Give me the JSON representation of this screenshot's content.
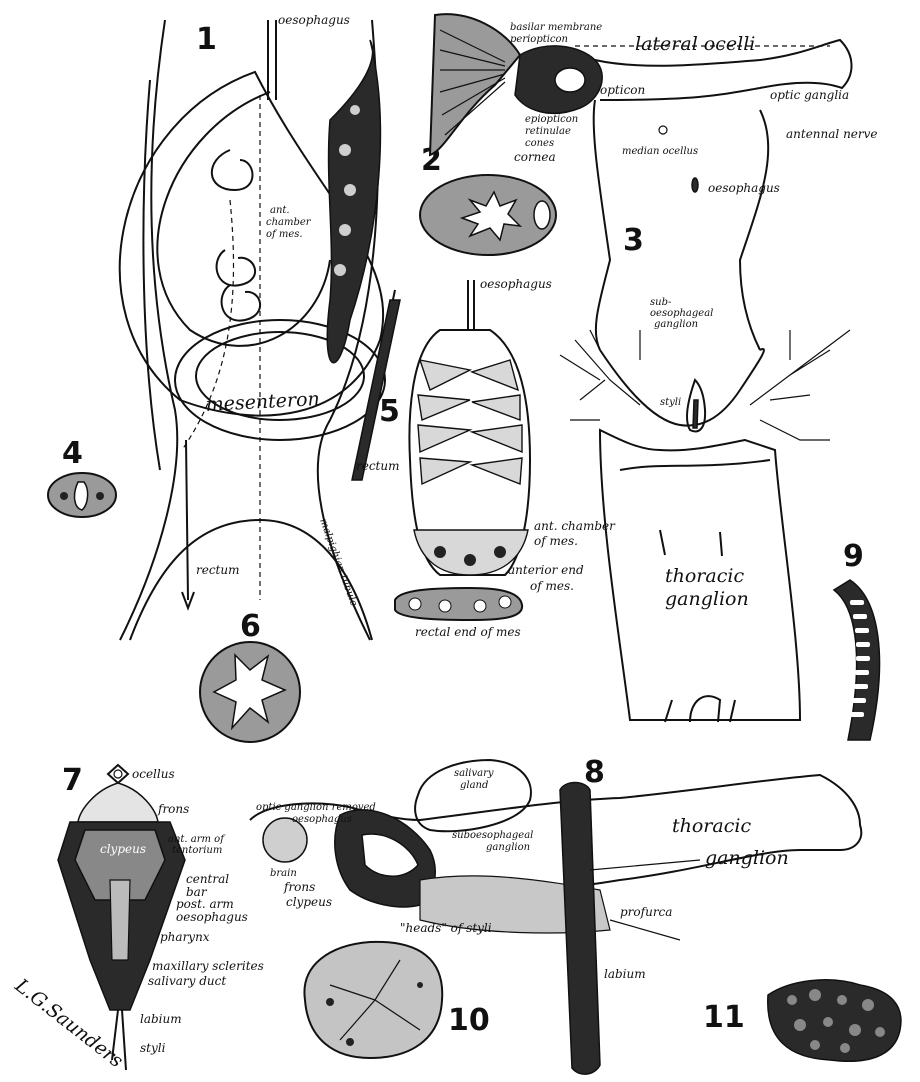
{
  "figures": {
    "fig1": {
      "number": "1",
      "labels": {
        "oesophagus": "oesophagus",
        "ant_chamber": [
          "ant.",
          "chamber",
          "of mes."
        ],
        "mesenteron": "mesenteron",
        "rectum": "rectum",
        "malpighian": "malpighian tubule"
      }
    },
    "fig2": {
      "number": "2"
    },
    "fig3": {
      "number": "3",
      "labels": {
        "basilar_membrane": "basilar membrane",
        "periopticon": "periopticon",
        "lateral_ocelli": "lateral ocelli",
        "opticon": "opticon",
        "optic_ganglia": "optic ganglia",
        "epiopticon": "epiopticon",
        "retinulae": "retinulae",
        "cones": "cones",
        "cornea": "cornea",
        "median_ocellus": "median ocellus",
        "antennal_nerve": "antennal nerve",
        "oesophagus": "oesophagus",
        "sub_oesophageal": [
          "sub-",
          "oesophageal",
          "ganglion"
        ],
        "styli": "styli",
        "thoracic_ganglion": [
          "thoracic",
          "ganglion"
        ]
      }
    },
    "fig4": {
      "number": "4"
    },
    "fig5": {
      "number": "5",
      "labels": {
        "oesophagus": "oesophagus",
        "rectum": "rectum",
        "ant_chamber": [
          "ant. chamber",
          "of mes."
        ],
        "anterior_end": [
          "anterior end",
          "of mes."
        ],
        "rectal_end": "rectal end of mes"
      }
    },
    "fig6": {
      "number": "6"
    },
    "fig7": {
      "number": "7",
      "labels": {
        "ocellus": "ocellus",
        "frons": "frons",
        "ant_arm": [
          "ant. arm of",
          "tentorium"
        ],
        "clypeus": "clypeus",
        "central_bar": [
          "central",
          "bar"
        ],
        "post_arm": "post. arm",
        "oesophagus": "oesophagus",
        "pharynx": "pharynx",
        "maxillary_sclerites": "maxillary sclerites",
        "salivary_duct": "salivary duct",
        "labium": "labium",
        "styli": "styli"
      }
    },
    "fig8": {
      "number": "8",
      "labels": {
        "optic_ganglion_removed": "optic ganglion removed",
        "oesophagus": "oesophagus",
        "salivary_gland": [
          "salivary",
          "gland"
        ],
        "suboesophageal": [
          "suboesophageal",
          "ganglion"
        ],
        "brain": "brain",
        "frons": "frons",
        "clypeus": "clypeus",
        "heads_of_styli": "\"heads\" of styli",
        "thoracic_ganglion": [
          "thoracic",
          "ganglion"
        ],
        "profurca": "profurca",
        "labium": "labium"
      }
    },
    "fig9": {
      "number": "9"
    },
    "fig10": {
      "number": "10"
    },
    "fig11": {
      "number": "11"
    }
  },
  "signature": "L.G.Saunders"
}
